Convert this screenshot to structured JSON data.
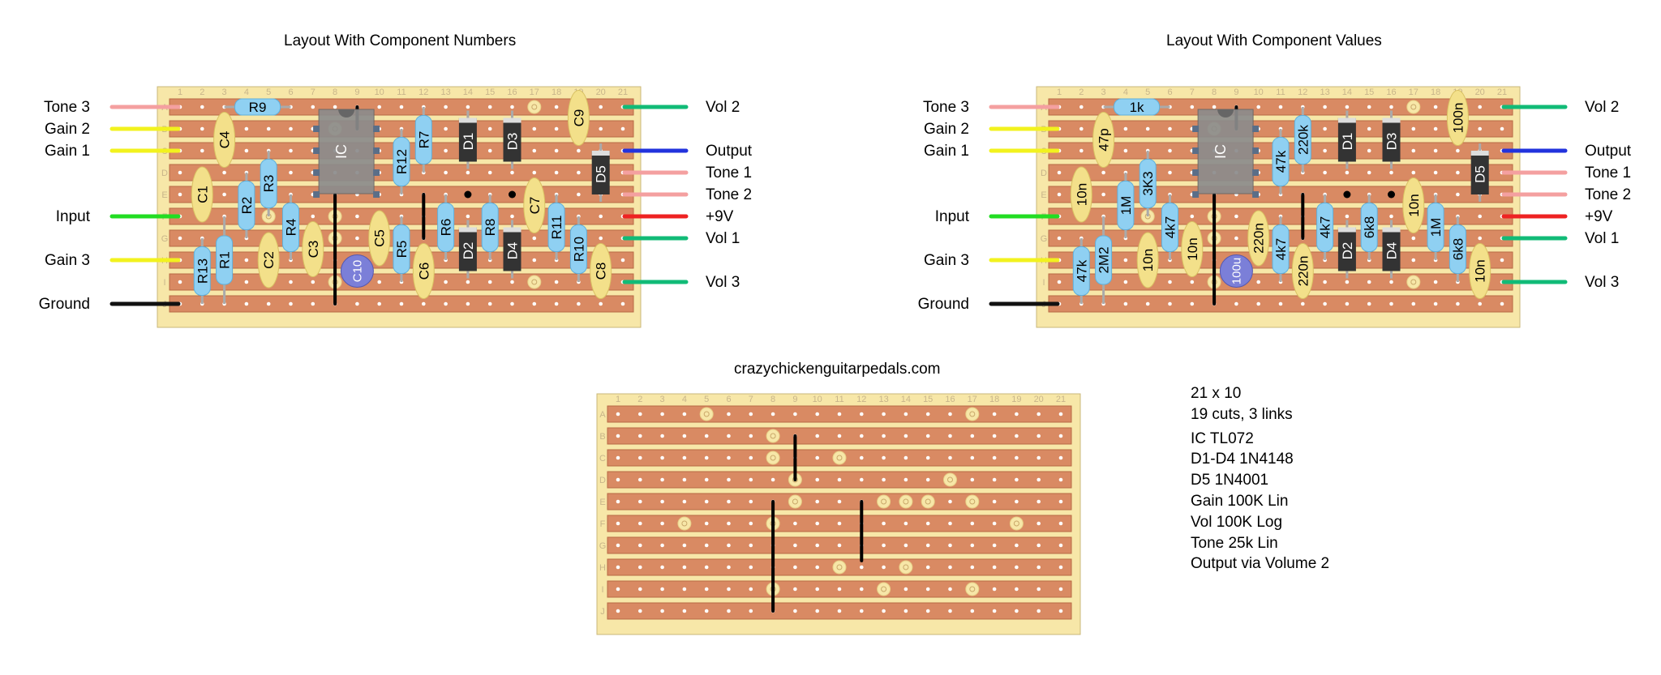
{
  "titles": {
    "left_layout": "Layout With Component Numbers",
    "right_layout": "Layout With Component Values",
    "site": "crazychickenguitarpedals.com"
  },
  "board": {
    "columns": [
      "1",
      "2",
      "3",
      "4",
      "5",
      "6",
      "7",
      "8",
      "9",
      "10",
      "11",
      "12",
      "13",
      "14",
      "15",
      "16",
      "17",
      "18",
      "19",
      "20",
      "21"
    ],
    "rows": [
      "A",
      "B",
      "C",
      "D",
      "E",
      "F",
      "G",
      "H",
      "I",
      "J"
    ]
  },
  "wires": {
    "left": [
      {
        "label": "Tone 3",
        "color": "#f4a0a0",
        "row": 0
      },
      {
        "label": "Gain 2",
        "color": "#f2f21e",
        "row": 1
      },
      {
        "label": "Gain 1",
        "color": "#f2f21e",
        "row": 2
      },
      {
        "label": "Input",
        "color": "#22dd22",
        "row": 5
      },
      {
        "label": "Gain 3",
        "color": "#f2f21e",
        "row": 7
      },
      {
        "label": "Ground",
        "color": "#111111",
        "row": 9
      }
    ],
    "right": [
      {
        "label": "Vol 2",
        "color": "#11bb77",
        "row": 0
      },
      {
        "label": "Output",
        "color": "#2233dd",
        "row": 2
      },
      {
        "label": "Tone 1",
        "color": "#f4a0a0",
        "row": 3
      },
      {
        "label": "Tone 2",
        "color": "#f4a0a0",
        "row": 4
      },
      {
        "label": "+9V",
        "color": "#ee2222",
        "row": 5
      },
      {
        "label": "Vol 1",
        "color": "#11bb77",
        "row": 6
      },
      {
        "label": "Vol 3",
        "color": "#11bb77",
        "row": 8
      }
    ]
  },
  "ic": {
    "num": "IC",
    "val": "IC"
  },
  "resistors": [
    {
      "num": "R9",
      "val": "1k",
      "c1": 3,
      "r1": 0,
      "c2": 6,
      "r2": 0
    },
    {
      "num": "R3",
      "val": "3K3",
      "c1": 5,
      "r1": 2,
      "c2": 5,
      "r2": 5
    },
    {
      "num": "R2",
      "val": "1M",
      "c1": 4,
      "r1": 3,
      "c2": 4,
      "r2": 6
    },
    {
      "num": "R4",
      "val": "4k7",
      "c1": 6,
      "r1": 4,
      "c2": 6,
      "r2": 7
    },
    {
      "num": "R13",
      "val": "47k",
      "c1": 2,
      "r1": 6,
      "c2": 2,
      "r2": 9
    },
    {
      "num": "R1",
      "val": "2M2",
      "c1": 3,
      "r1": 5,
      "c2": 3,
      "r2": 9
    },
    {
      "num": "R12",
      "val": "47k",
      "c1": 11,
      "r1": 1,
      "c2": 11,
      "r2": 4
    },
    {
      "num": "R7",
      "val": "220k",
      "c1": 12,
      "r1": 0,
      "c2": 12,
      "r2": 3
    },
    {
      "num": "R5",
      "val": "4k7",
      "c1": 11,
      "r1": 5,
      "c2": 11,
      "r2": 8
    },
    {
      "num": "R6",
      "val": "4k7",
      "c1": 13,
      "r1": 4,
      "c2": 13,
      "r2": 7
    },
    {
      "num": "R8",
      "val": "6k8",
      "c1": 15,
      "r1": 4,
      "c2": 15,
      "r2": 7
    },
    {
      "num": "R11",
      "val": "1M",
      "c1": 18,
      "r1": 4,
      "c2": 18,
      "r2": 7
    },
    {
      "num": "R10",
      "val": "6k8",
      "c1": 19,
      "r1": 5,
      "c2": 19,
      "r2": 8
    }
  ],
  "capacitors": [
    {
      "num": "C4",
      "val": "47p",
      "c": 3,
      "r": 1.5
    },
    {
      "num": "C1",
      "val": "10n",
      "c": 2,
      "r": 4
    },
    {
      "num": "C2",
      "val": "10n",
      "c": 5,
      "r": 7
    },
    {
      "num": "C3",
      "val": "10n",
      "c": 7,
      "r": 6.5
    },
    {
      "num": "C5",
      "val": "220n",
      "c": 10,
      "r": 6
    },
    {
      "num": "C6",
      "val": "220n",
      "c": 12,
      "r": 7.5
    },
    {
      "num": "C7",
      "val": "10n",
      "c": 17,
      "r": 4.5
    },
    {
      "num": "C8",
      "val": "10n",
      "c": 20,
      "r": 7.5
    },
    {
      "num": "C9",
      "val": "100n",
      "c": 19,
      "r": 0.5
    }
  ],
  "electrolytic": {
    "num": "C10",
    "val": "100u",
    "c": 9,
    "r": 7.5
  },
  "diodes": [
    {
      "num": "D1",
      "val": "D1",
      "c": 14,
      "r": 1.5
    },
    {
      "num": "D3",
      "val": "D3",
      "c": 16,
      "r": 1.5
    },
    {
      "num": "D2",
      "val": "D2",
      "c": 14,
      "r": 6.5
    },
    {
      "num": "D4",
      "val": "D4",
      "c": 16,
      "r": 6.5
    },
    {
      "num": "D5",
      "val": "D5",
      "c": 20,
      "r": 3
    }
  ],
  "notes": {
    "size": "21 x 10",
    "cuts_links": "19 cuts, 3 links",
    "ic": "IC TL072",
    "d1d4": "D1-D4 1N4148",
    "d5": "D5 1N4001",
    "gain": "Gain 100K Lin",
    "vol": "Vol 100K Log",
    "tone": "Tone 25k Lin",
    "output": "Output via Volume 2"
  },
  "colors": {
    "board": "#f7e7a8",
    "strip": "#d98a63",
    "strip_edge": "#b86a45",
    "hole": "#ffffff",
    "resistor": "#8fd0f2",
    "capacitor": "#f3e08a",
    "diode": "#333333",
    "electrolytic": "#7b7fd8",
    "ic_body": "#8c8c8c"
  }
}
